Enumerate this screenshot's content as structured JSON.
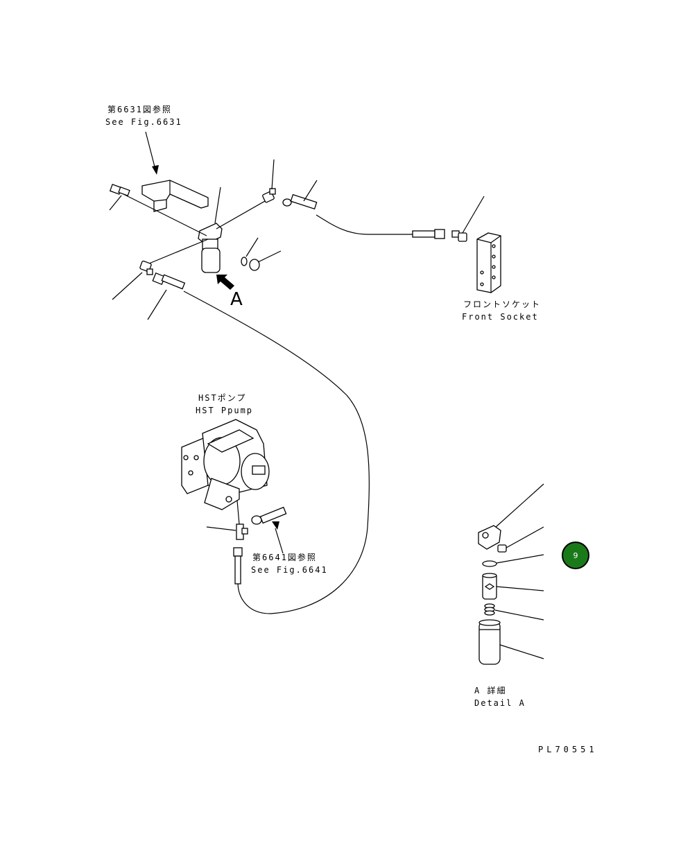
{
  "labels": {
    "see_6631_jp": "第6631図参照",
    "see_6631_en": "See Fig.6631",
    "front_socket_jp": "フロントソケット",
    "front_socket_en": "Front Socket",
    "hst_pump_jp": "HSTポンプ",
    "hst_pump_en": "HST Ppump",
    "see_6641_jp": "第6641図参照",
    "see_6641_en": "See Fig.6641",
    "detail_a_jp": "A 詳細",
    "detail_a_en": "Detail A",
    "arrow_a": "A",
    "drawing_number": "PL70551"
  },
  "badge": {
    "text": "9",
    "color": "#1a7a1a",
    "border_color": "#000000"
  }
}
